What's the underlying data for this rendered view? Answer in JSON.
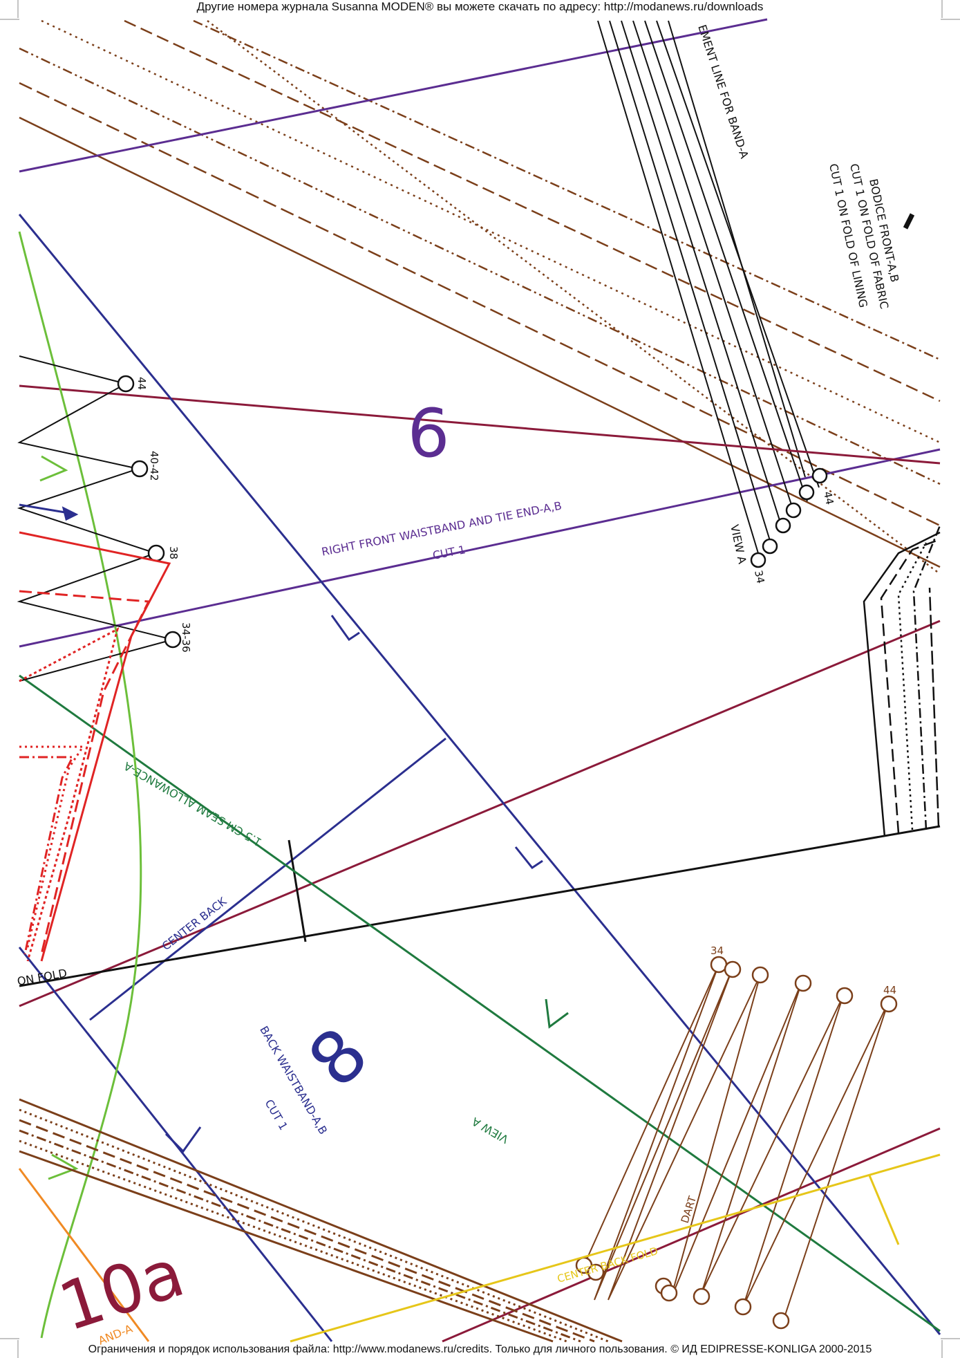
{
  "header": {
    "text": "Другие номера журнала Susanna MODEN® вы можете скачать по адресу: http://modanews.ru/downloads"
  },
  "footer": {
    "text": "Ограничения и порядок использования файла: http://www.modanews.ru/credits. Только для личного пользования. © ИД EDIPRESSE-KONLIGA 2000-2015"
  },
  "pieces": {
    "p6": {
      "number": "6",
      "title": "RIGHT FRONT WAISTBAND AND TIE END-A,B",
      "cut": "CUT 1"
    },
    "p8": {
      "number": "8",
      "title": "BACK WAISTBAND-A,B",
      "cut": "CUT 1",
      "view": "VIEW A"
    },
    "p10": {
      "number": "10a",
      "suffix": "AND-A"
    }
  },
  "labels": {
    "placement": "EMENT LINE FOR BAND-A",
    "bodice_title": "BODICE FRONT-A,B",
    "bodice_cut1": "CUT 1 ON FOLD OF FABRIC",
    "bodice_cut2": "CUT 1 ON FOLD OF LINING",
    "view_a": "VIEW A",
    "seam": "1.5 CM SEAM ALLOWANCE-A",
    "center_back": "CENTER BACK",
    "on_fold": "ON FOLD",
    "center_back_fold": "CENTER BACK FOLD",
    "dart": "DART"
  },
  "sizes": {
    "left": [
      "44",
      "40-42",
      "38",
      "34-36"
    ],
    "right": [
      "34",
      "44"
    ],
    "bottom": [
      "34",
      "44"
    ]
  },
  "colors": {
    "purple": "#5b2d91",
    "navy": "#2b2f8f",
    "brown": "#7b3f1a",
    "maroon": "#8b1a3a",
    "green": "#1f7a3f",
    "lime": "#6cbf3a",
    "red": "#e02424",
    "yellow": "#e6c619",
    "orange": "#f08a24"
  }
}
